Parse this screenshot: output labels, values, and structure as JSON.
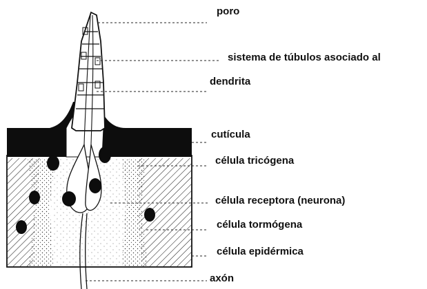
{
  "labels": {
    "poro": "poro",
    "tubulos": "sistema de túbulos asociado al",
    "dendrita": "dendrita",
    "cuticula": "cutícula",
    "tricogena": "célula tricógena",
    "receptora": "célula receptora (neurona)",
    "tormogena": "célula tormógena",
    "epidermica": "célula epidérmica",
    "axon": "axón"
  },
  "colors": {
    "ink": "#111111",
    "cuticle": "#0d0d0d",
    "background": "#ffffff"
  }
}
